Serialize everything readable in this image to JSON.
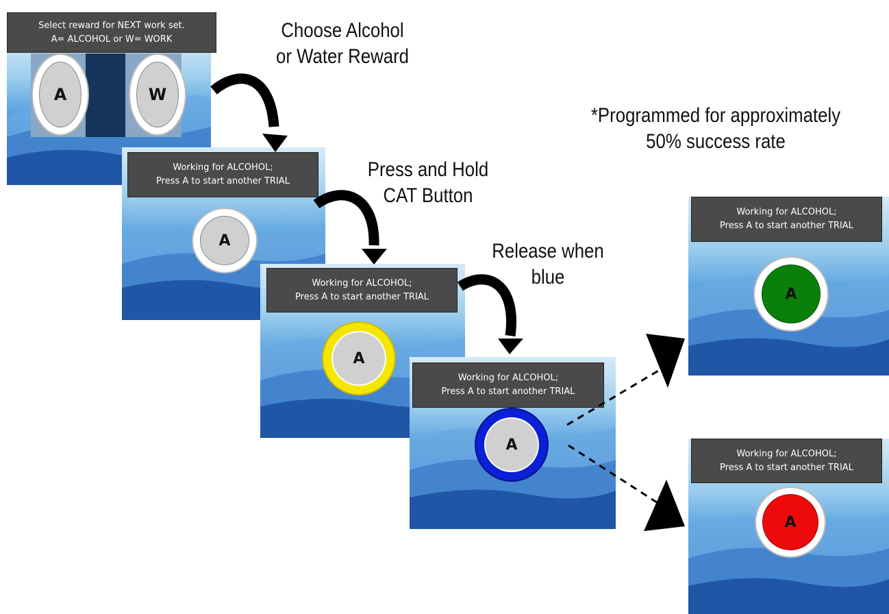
{
  "captions": {
    "choose_line1": "Choose Alcohol",
    "choose_line2": "or Water Reward",
    "press_line1": "Press and Hold",
    "press_line2": "CAT Button",
    "release_line1": "Release when",
    "release_line2": "blue",
    "note_line1": "*Programmed for approximately",
    "note_line2": "50% success rate"
  },
  "screens": {
    "select": {
      "banner_line1": "Select reward for NEXT work set.",
      "banner_line2": "A= ALCOHOL or W= WORK",
      "button_a": "A",
      "button_w": "W"
    },
    "hold": {
      "banner_line1": "Working for ALCOHOL;",
      "banner_line2": "Press A to start another TRIAL",
      "button": "A",
      "ring_color": "#ffffff"
    },
    "waiting": {
      "banner_line1": "Working for ALCOHOL;",
      "banner_line2": "Press A to start another TRIAL",
      "button": "A",
      "ring_color": "#f5e600"
    },
    "release": {
      "banner_line1": "Working for ALCOHOL;",
      "banner_line2": "Press A to start another TRIAL",
      "button": "A",
      "ring_color": "#0a1fd6"
    },
    "success": {
      "banner_line1": "Working for ALCOHOL;",
      "banner_line2": "Press A to start another TRIAL",
      "button": "A",
      "fill_color": "#0a7f0a"
    },
    "failure": {
      "banner_line1": "Working for ALCOHOL;",
      "banner_line2": "Press A to start another TRIAL",
      "button": "A",
      "fill_color": "#ee0a0a"
    }
  },
  "icons": {
    "step_arrow": "curved-arrow-icon",
    "outcome_arrow": "dashed-arrow-icon"
  }
}
